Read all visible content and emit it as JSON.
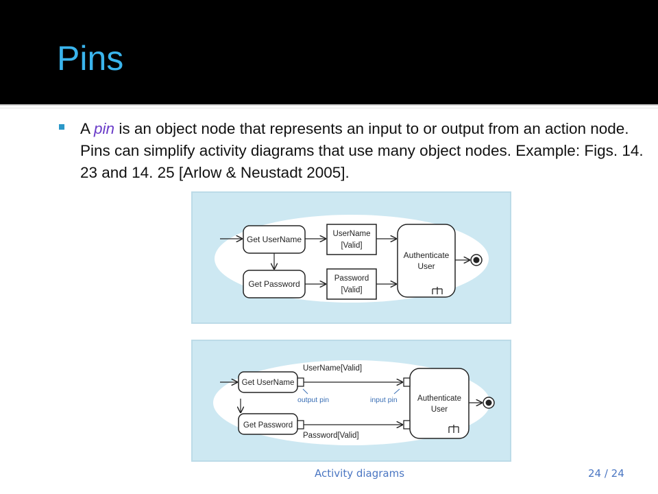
{
  "slide": {
    "title": "Pins",
    "bullet": {
      "pre": "A ",
      "term": "pin",
      "post": " is an object node that represents an input to or output from an action node. Pins can simplify activity diagrams that use many object nodes. Example: Figs. 14. 23 and 14. 25 [Arlow & Neustadt 2005]."
    }
  },
  "figure1": {
    "get_username": "Get UserName",
    "get_password": "Get Password",
    "username_obj_line1": "UserName",
    "username_obj_line2": "[Valid]",
    "password_obj_line1": "Password",
    "password_obj_line2": "[Valid]",
    "authenticate_line1": "Authenticate",
    "authenticate_line2": "User"
  },
  "figure2": {
    "get_username": "Get UserName",
    "get_password": "Get Password",
    "username_pin_label": "UserName[Valid]",
    "password_pin_label": "Password[Valid]",
    "output_pin_label": "output pin",
    "input_pin_label": "input pin",
    "authenticate_line1": "Authenticate",
    "authenticate_line2": "User"
  },
  "footer": {
    "section": "Activity diagrams",
    "page": "24 / 24"
  },
  "colors": {
    "title": "#3ab4ec",
    "bullet": "#2b98c8",
    "term": "#6a3cc8",
    "footer": "#4a76c2"
  }
}
